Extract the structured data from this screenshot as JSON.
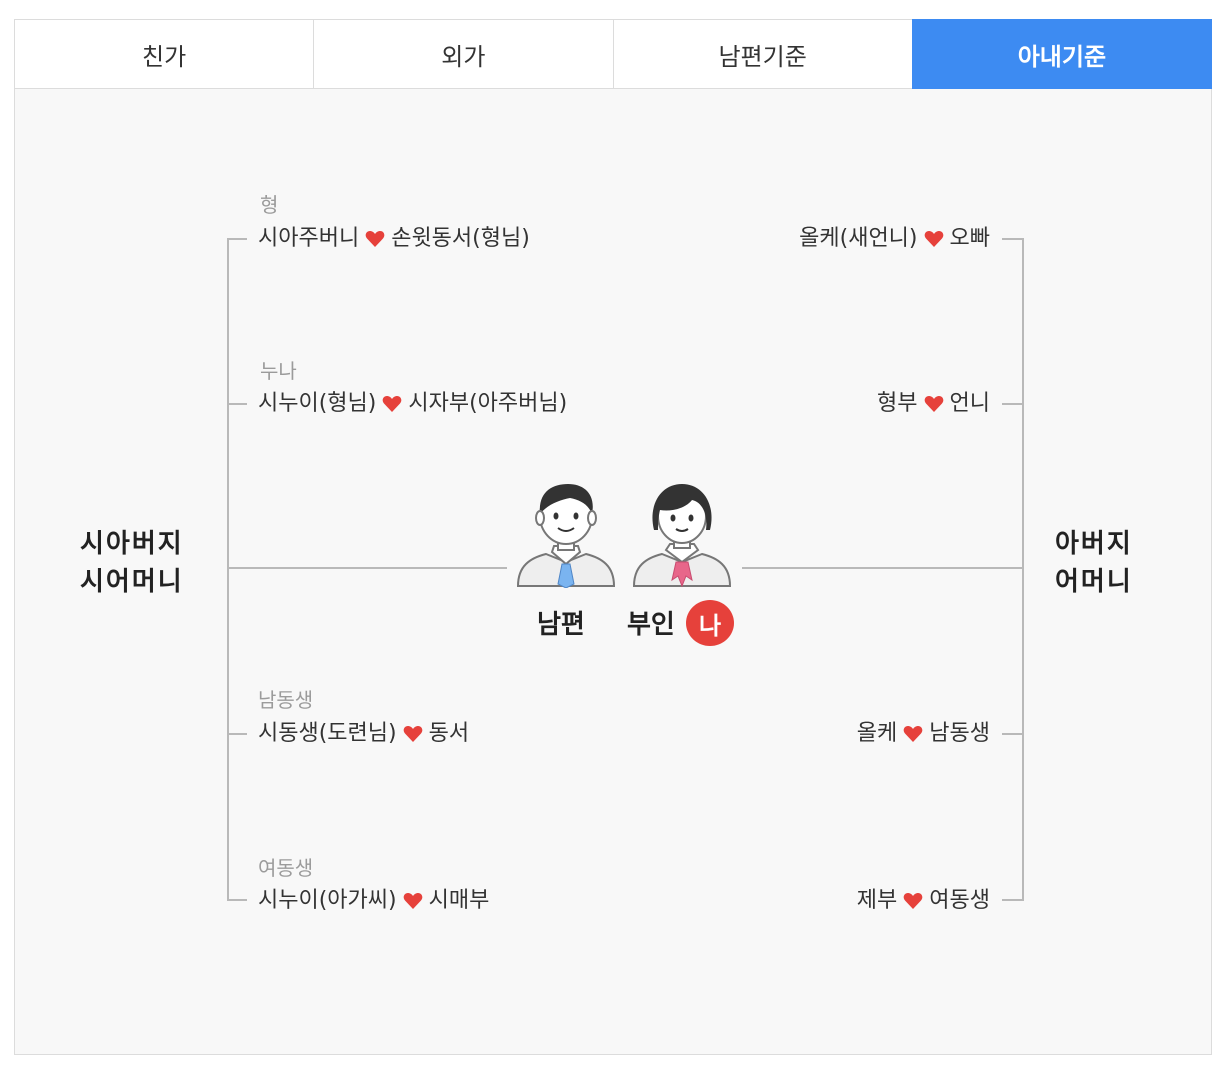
{
  "tabs": [
    {
      "label": "친가",
      "active": false
    },
    {
      "label": "외가",
      "active": false
    },
    {
      "label": "남편기준",
      "active": false
    },
    {
      "label": "아내기준",
      "active": true
    }
  ],
  "colors": {
    "accent": "#3d8bf2",
    "heart": "#e6413b",
    "badge": "#e6413b"
  },
  "left": {
    "parents": [
      "시아버지",
      "시어머니"
    ],
    "rows": [
      {
        "sub": "형",
        "a": "시아주버니",
        "b": "손윗동서(형님)"
      },
      {
        "sub": "누나",
        "a": "시누이(형님)",
        "b": "시자부(아주버님)"
      },
      {
        "sub": "남동생",
        "a": "시동생(도련님)",
        "b": "동서"
      },
      {
        "sub": "여동생",
        "a": "시누이(아가씨)",
        "b": "시매부"
      }
    ]
  },
  "right": {
    "parents": [
      "아버지",
      "어머니"
    ],
    "rows": [
      {
        "a": "올케(새언니)",
        "b": "오빠"
      },
      {
        "a": "형부",
        "b": "언니"
      },
      {
        "a": "올케",
        "b": "남동생"
      },
      {
        "a": "제부",
        "b": "여동생"
      }
    ]
  },
  "center": {
    "husband_label": "남편",
    "wife_label": "부인",
    "me_badge": "나"
  },
  "icons": [
    "heart-icon",
    "husband-avatar-icon",
    "wife-avatar-icon"
  ]
}
